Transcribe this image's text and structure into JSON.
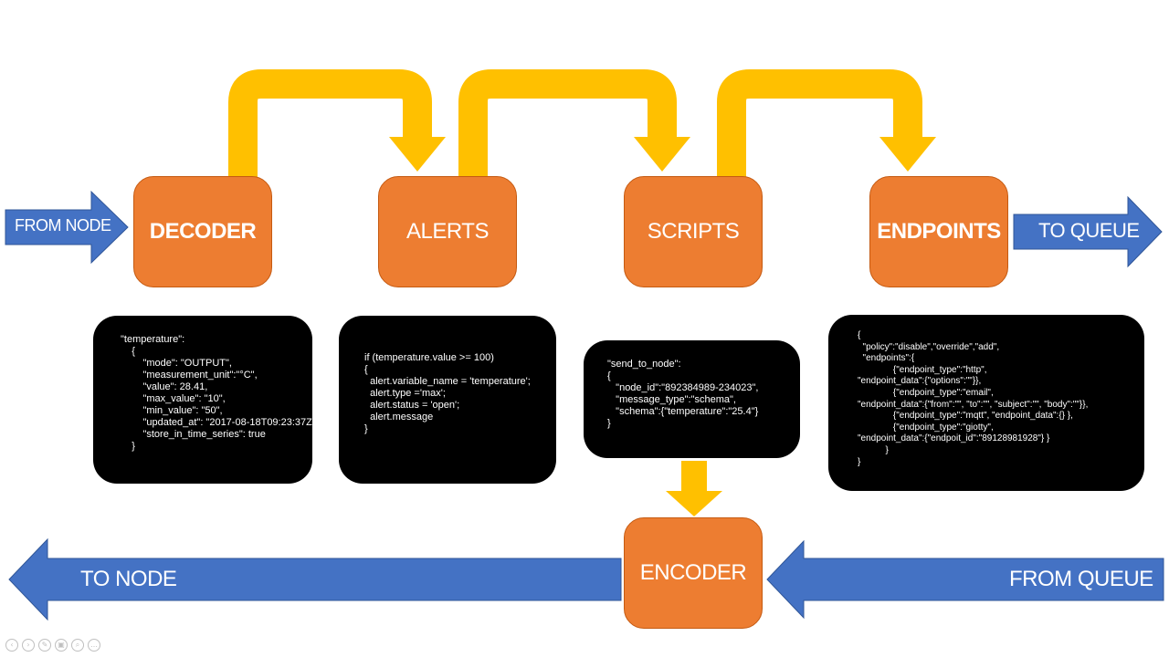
{
  "colors": {
    "orange": "#ED7D31",
    "orange_border": "#C55A11",
    "yellow": "#FFC000",
    "blue": "#4472C4",
    "black": "#000000"
  },
  "boxes": {
    "decoder": "DECODER",
    "alerts": "ALERTS",
    "scripts": "SCRIPTS",
    "endpoints": "ENDPOINTS",
    "encoder": "ENCODER"
  },
  "arrows": {
    "from_node": "FROM NODE",
    "to_queue": "TO QUEUE",
    "to_node": "TO NODE",
    "from_queue": "FROM QUEUE"
  },
  "code": {
    "decoder": "\"temperature\":\n    {\n        \"mode\": \"OUTPUT\",\n        \"measurement_unit\":\"°C\",\n        \"value\": 28.41,\n        \"max_value\": \"10\",\n        \"min_value\": \"50\",\n        \"updated_at\": \"2017-08-18T09:23:37Z\",\n        \"store_in_time_series\": true\n    }",
    "alerts": "if (temperature.value >= 100)\n{\n  alert.variable_name = 'temperature';\n  alert.type ='max';\n  alert.status = 'open';\n  alert.message\n}",
    "scripts": "\"send_to_node\":\n{\n   \"node_id\":\"892384989-234023\",\n   \"message_type\":\"schema\",\n   \"schema\":{\"temperature\":\"25.4\"}\n}",
    "endpoints": "{\n  \"policy\":\"disable\",\"override\",\"add\",\n  \"endpoints\":{\n              {\"endpoint_type\":\"http\",\n\"endpoint_data\":{\"options\":\"\"}},\n              {\"endpoint_type\":\"email\",\n\"endpoint_data\":{\"from\":\"\", \"to\":\"\", \"subject\":\"\", \"body\":\"\"}},\n              {\"endpoint_type\":\"mqtt\", \"endpoint_data\":{} },\n              {\"endpoint_type\":\"giotty\",\n\"endpoint_data\":{\"endpoit_id\":\"89128981928\"} }\n           }\n}"
  },
  "toolbar": {
    "icons": [
      "prev-icon",
      "next-icon",
      "pen-icon",
      "slides-icon",
      "zoom-icon",
      "more-icon"
    ],
    "glyphs": [
      "‹",
      "›",
      "✎",
      "▣",
      "⌕",
      "…"
    ]
  }
}
